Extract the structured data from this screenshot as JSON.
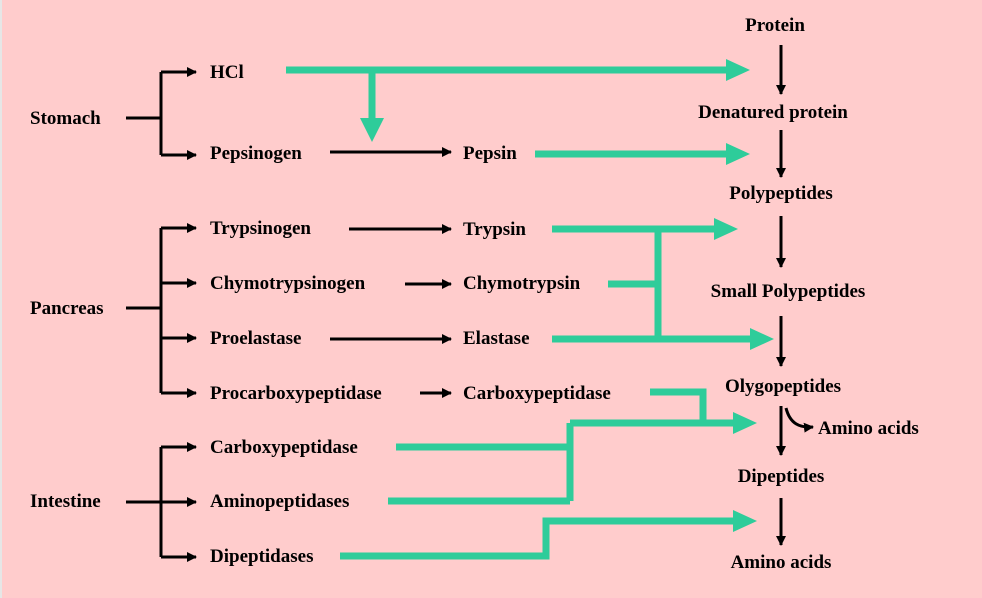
{
  "organs": {
    "stomach": "Stomach",
    "pancreas": "Pancreas",
    "intestine": "Intestine"
  },
  "secretions": {
    "hcl": "HCl",
    "pepsinogen": "Pepsinogen",
    "trypsinogen": "Trypsinogen",
    "chymotrypsinogen": "Chymotrypsinogen",
    "proelastase": "Proelastase",
    "procarboxypeptidase": "Procarboxypeptidase",
    "intestinal_carboxypeptidase": "Carboxypeptidase",
    "aminopeptidases": "Aminopeptidases",
    "dipeptidases": "Dipeptidases"
  },
  "active_enzymes": {
    "pepsin": "Pepsin",
    "trypsin": "Trypsin",
    "chymotrypsin": "Chymotrypsin",
    "elastase": "Elastase",
    "carboxypeptidase": "Carboxypeptidase"
  },
  "digestion_stages": {
    "protein": "Protein",
    "denatured_protein": "Denatured protein",
    "polypeptides": "Polypeptides",
    "small_polypeptides": "Small Polypeptides",
    "oligopeptides": "Olygopeptides",
    "dipeptides": "Dipeptides",
    "amino_acids": "Amino acids"
  },
  "side_products": {
    "amino_acids": "Amino acids"
  },
  "colors": {
    "background": "#ffcccc",
    "enzyme_arrow": "#2ecc9a",
    "text": "#000000"
  }
}
